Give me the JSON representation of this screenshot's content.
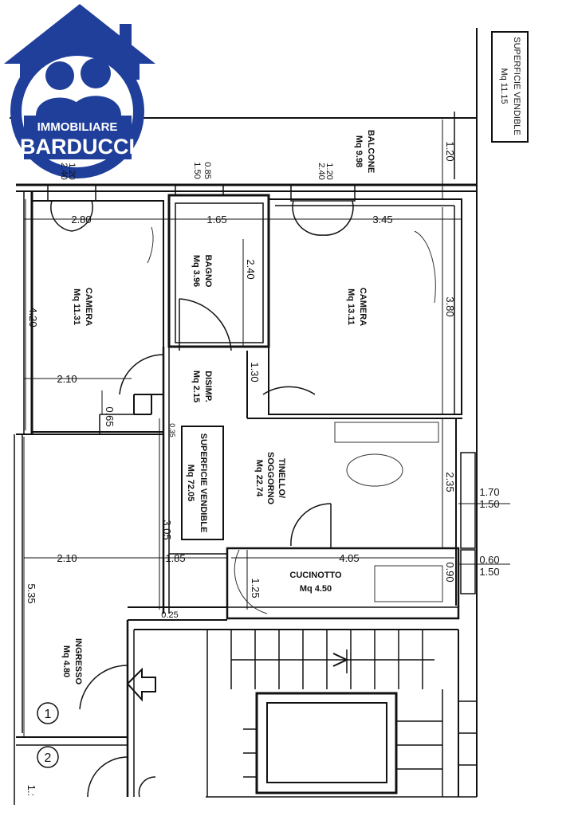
{
  "logo": {
    "line1": "IMMOBILIARE",
    "line2": "BARDUCCI",
    "color_blue": "#1f3f9a",
    "color_white": "#ffffff"
  },
  "ink_color": "#111111",
  "top_superficie": {
    "title": "SUPERFICIE VENDIBLE",
    "value": "Mq 11.15"
  },
  "center_superficie": {
    "title": "SUPERFICIE VENDIBLE",
    "value": "Mq 72.05"
  },
  "rooms": {
    "balcone": {
      "name": "BALCONE",
      "area": "Mq 9.98"
    },
    "camera_left": {
      "name": "CAMERA",
      "area": "Mq 11.31"
    },
    "bagno": {
      "name": "BAGNO",
      "area": "Mq 3.96"
    },
    "camera_right": {
      "name": "CAMERA",
      "area": "Mq 13.11"
    },
    "disimp": {
      "name": "DISIMP.",
      "area": "Mq 2.15"
    },
    "tinello": {
      "name": "TINELLO/",
      "name2": "SOGGORNO",
      "area": "Mq 22.74"
    },
    "cucinotto": {
      "name": "CUCINOTTO",
      "area": "Mq 4.50"
    },
    "ingresso": {
      "name": "INGRESSO",
      "area": "Mq 4.80"
    }
  },
  "dimensions": {
    "d_1_20_balc": "1.20",
    "d_1_20_a": "1.20",
    "d_2_40_a": "2.40",
    "d_0_85": "0.85",
    "d_1_50_a": "1.50",
    "d_1_20_b": "1.20",
    "d_2_40_b": "2.40",
    "d_2_80": "2.80",
    "d_1_65": "1.65",
    "d_3_45": "3.45",
    "d_2_40_bagno": "2.40",
    "d_3_80": "3.80",
    "d_4_20": "4.20",
    "d_1_30": "1.30",
    "d_2_10_a": "2.10",
    "d_0_65": "0.65",
    "d_0_35": "0.35",
    "d_2_35": "2.35",
    "d_1_70": "1.70",
    "d_1_50_b": "1.50",
    "d_3_05": "3.05",
    "d_2_10_b": "2.10",
    "d_1_85": "1.85",
    "d_4_05": "4.05",
    "d_0_60": "0.60",
    "d_1_50_c": "1.50",
    "d_0_90": "0.90",
    "d_1_25": "1.25",
    "d_5_35": "5.35",
    "d_0_25": "0.25",
    "d_1_cut": "1.:"
  },
  "markers": {
    "one": "1",
    "two": "2"
  }
}
